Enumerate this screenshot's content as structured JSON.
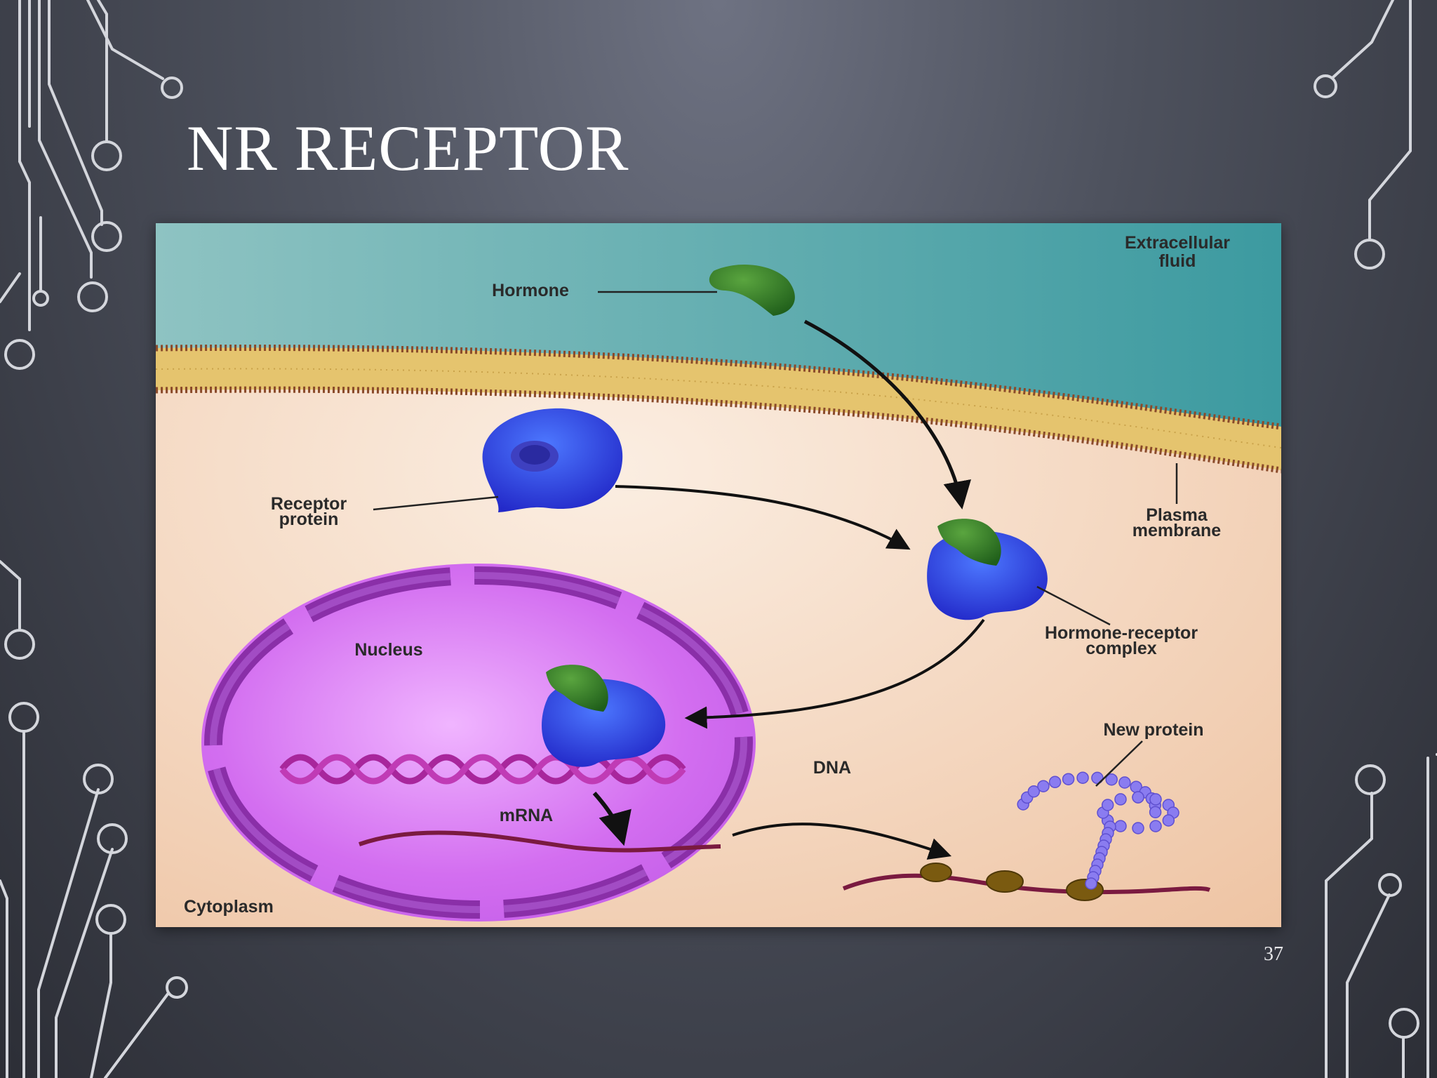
{
  "slide": {
    "title": "NR RECEPTOR",
    "page_number": "37"
  },
  "diagram": {
    "labels": {
      "extracellular_line1": "Extracellular",
      "extracellular_line2": "fluid",
      "hormone": "Hormone",
      "receptor_line1": "Receptor",
      "receptor_line2": "protein",
      "plasma_line1": "Plasma",
      "plasma_line2": "membrane",
      "complex_line1": "Hormone-receptor",
      "complex_line2": "complex",
      "nucleus": "Nucleus",
      "dna": "DNA",
      "mrna": "mRNA",
      "new_protein": "New protein",
      "cytoplasm": "Cytoplasm"
    }
  },
  "colors": {
    "background": "#4e525e",
    "extracellular": "#4fa3a8",
    "cytoplasm": "#f3d6bd",
    "membrane": "#e2c36a",
    "nucleus": "#d06ae8",
    "receptor": "#3344d8",
    "hormone": "#2e7a24",
    "protein": "#8a7cf0",
    "ribosome": "#7a5a10"
  }
}
